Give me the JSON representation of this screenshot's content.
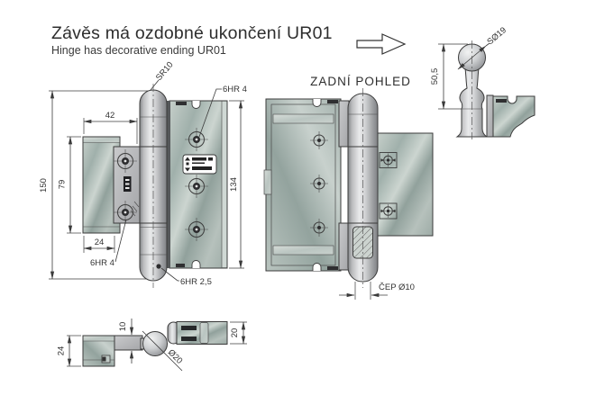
{
  "header": {
    "title": "Závěs má ozdobné ukončení UR01",
    "subtitle": "Hinge has decorative ending UR01"
  },
  "front_view": {
    "dims": {
      "top_width": "42",
      "inner_height": "79",
      "total_height": "150",
      "bottom_width": "24",
      "leaf_height": "134"
    },
    "labels": {
      "sphere_radius": "SR10",
      "hex_socket_top": "6HR 4",
      "hex_socket_bottom": "6HR 4",
      "hex_socket_pin": "6HR 2,5"
    }
  },
  "rear_view": {
    "title": "ZADNÍ POHLED",
    "pin_label": "ČEP Ø10"
  },
  "detail_view": {
    "sphere_diameter": "SØ19",
    "height": "50,5"
  },
  "top_view": {
    "dims": {
      "plate_depth": "24",
      "leaf_offset": "10",
      "ball_diameter": "Ø20",
      "barrel_width": "20"
    }
  },
  "colors": {
    "line": "#3b3b3b",
    "galvanized": "#aab7b2",
    "steel": "#c9cacc",
    "background": "#ffffff"
  }
}
